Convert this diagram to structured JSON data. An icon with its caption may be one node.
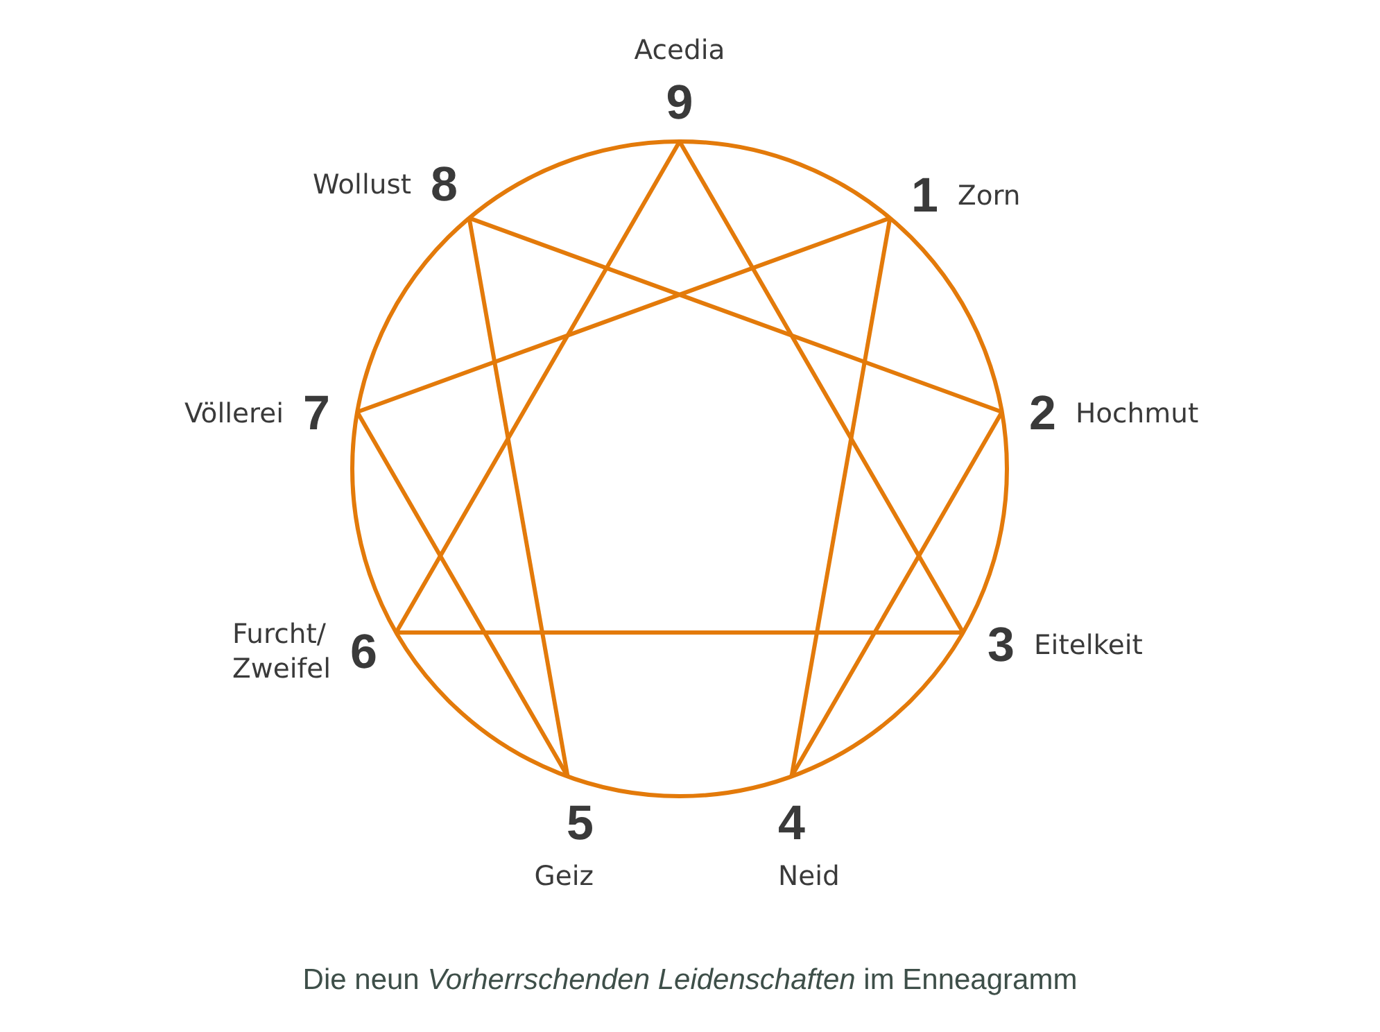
{
  "diagram": {
    "caption": "Die neun *Vorherrschenden Leidenschaften* im Enneagramm",
    "nodes": [
      {
        "text": [
          "Acedia",
          "9"
        ]
      },
      {
        "text": [
          "Wollust",
          "8"
        ]
      },
      {
        "text": [
          "1",
          "Zorn"
        ]
      },
      {
        "text": [
          "Völlerei",
          "7"
        ]
      },
      {
        "text": [
          "2",
          "Hochmut"
        ]
      },
      {
        "text": [
          "Furcht/ Zweifel",
          "6"
        ]
      },
      {
        "text": [
          "3",
          "Eitelkeit"
        ]
      },
      {
        "text": [
          "5",
          "Geiz"
        ]
      },
      {
        "text": [
          "4",
          "Neid"
        ]
      }
    ],
    "edges": [
      {
        "from": 0,
        "to": 6,
        "arrow": "none"
      },
      {
        "from": 6,
        "to": 5,
        "arrow": "none"
      },
      {
        "from": 5,
        "to": 0,
        "arrow": "none"
      },
      {
        "from": 2,
        "to": 8,
        "arrow": "none"
      },
      {
        "from": 8,
        "to": 4,
        "arrow": "none"
      },
      {
        "from": 4,
        "to": 1,
        "arrow": "none"
      },
      {
        "from": 1,
        "to": 7,
        "arrow": "none"
      },
      {
        "from": 7,
        "to": 3,
        "arrow": "none"
      },
      {
        "from": 3,
        "to": 2,
        "arrow": "none"
      }
    ]
  }
}
